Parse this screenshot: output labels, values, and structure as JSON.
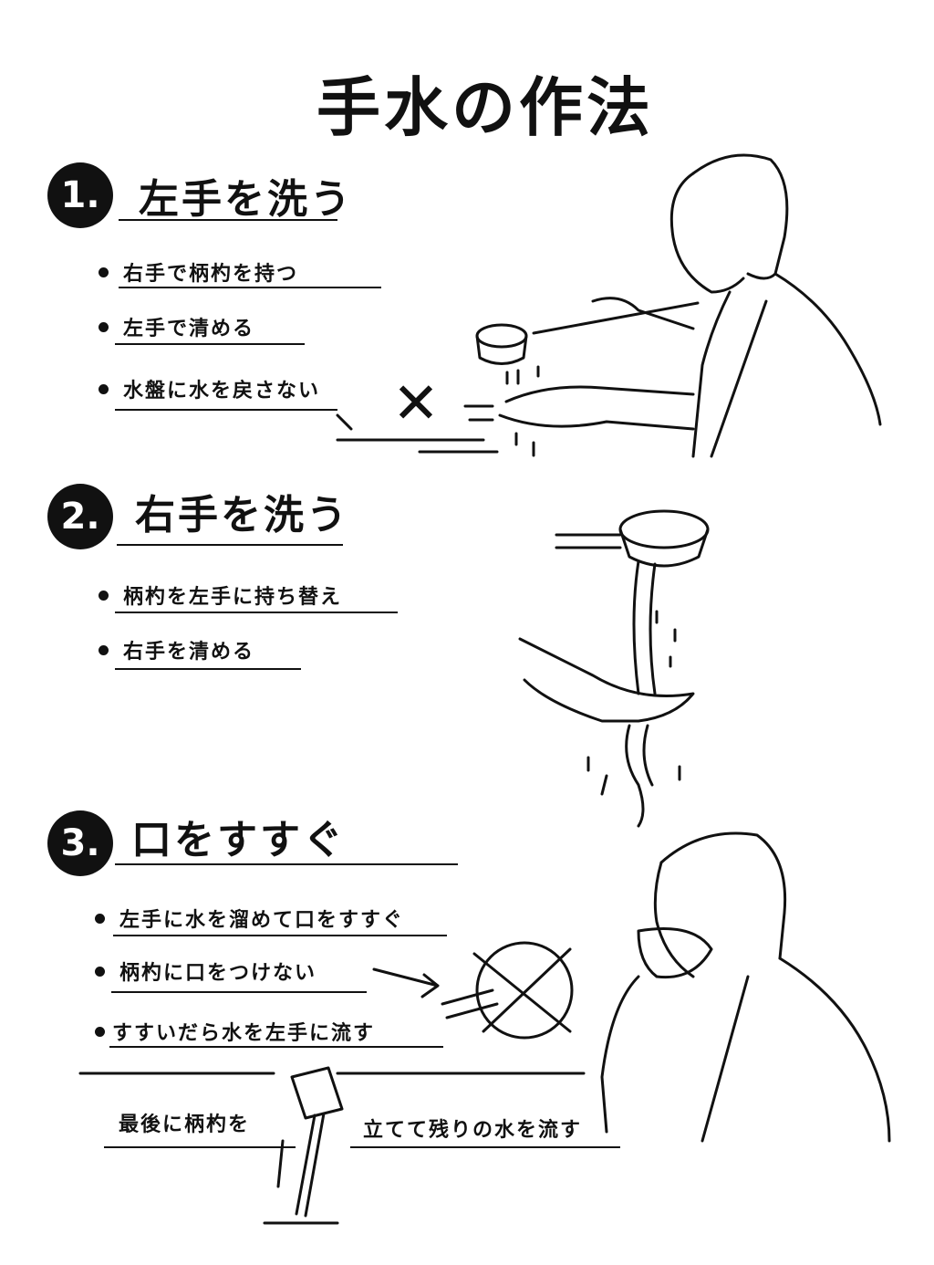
{
  "title": "手水の作法",
  "steps": [
    {
      "number": "1.",
      "heading": "左手を洗う",
      "items": [
        "右手で柄杓を持つ",
        "左手で清める",
        "水盤に水を戻さない"
      ]
    },
    {
      "number": "2.",
      "heading": "右手を洗う",
      "items": [
        "柄杓を左手に持ち替え",
        "右手を清める"
      ]
    },
    {
      "number": "3.",
      "heading": "口をすすぐ",
      "items": [
        "左手に水を溜めて口をすすぐ",
        "柄杓に口をつけない",
        "すすいだら水を左手に流す"
      ]
    }
  ],
  "final": {
    "part1": "最後に柄杓を",
    "part2": "立てて残りの水を流す"
  },
  "marks": {
    "cross": "✕"
  }
}
